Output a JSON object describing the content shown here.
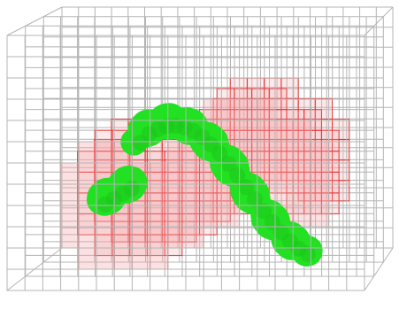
{
  "figure": {
    "grid_cols": 20,
    "grid_rows": 12,
    "depth_layers": 4,
    "colors": {
      "background": "#ffffff",
      "grid_line": "#b4b4b4",
      "active_cell_fill": "#f4a8ad",
      "active_cell_line": "#ee2b2b",
      "blob": "#22e022",
      "blob_shade": "#1bc61b"
    }
  }
}
